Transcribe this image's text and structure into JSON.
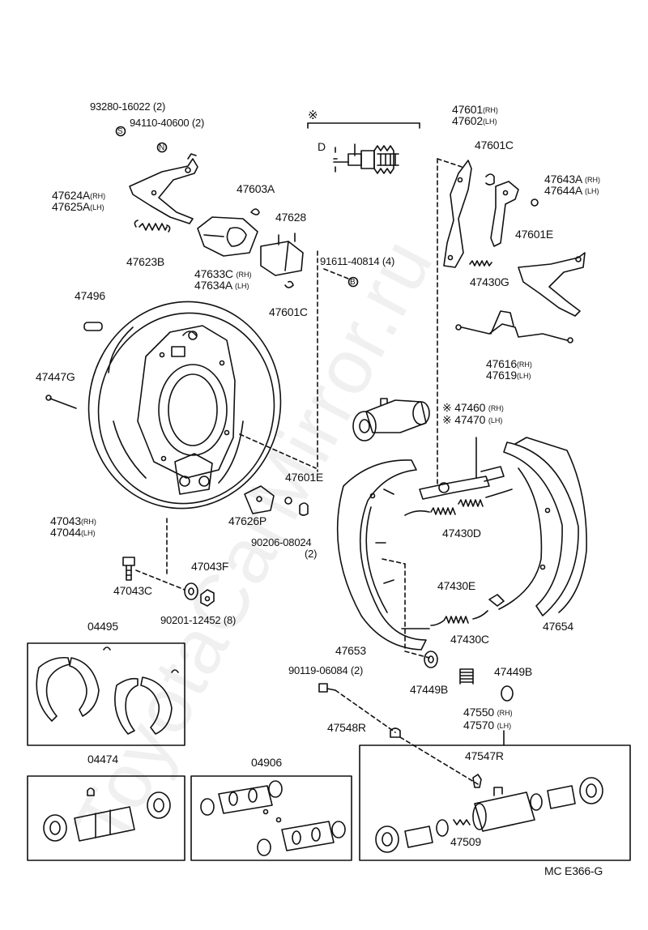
{
  "watermark": "ToyotaCarMirror.ru",
  "footer_code": "MC E366-G",
  "marker_star": "※",
  "dim_label": "D",
  "symbol_s": "S",
  "symbol_n": "N",
  "symbol_b": "B",
  "labels": {
    "p93280": "93280-16022 (2)",
    "p94110": "94110-40600 (2)",
    "p47624": "47624A",
    "p47625": "47625A",
    "p47623": "47623B",
    "p47603": "47603A",
    "p47628": "47628",
    "p47633": "47633C",
    "p47634": "47634A",
    "p91611": "91611-40814 (4)",
    "p47601c_a": "47601C",
    "p47496": "47496",
    "p47447": "47447G",
    "p47043": "47043",
    "p47044": "47044",
    "p47601e_a": "47601E",
    "p47626": "47626P",
    "p90206": "90206-08024",
    "p90206_qty": "(2)",
    "p47043f": "47043F",
    "p47043c": "47043C",
    "p90201": "90201-12452 (8)",
    "p47601": "47601",
    "p47602": "47602",
    "p47601c_b": "47601C",
    "p47643": "47643A",
    "p47644": "47644A",
    "p47601e_b": "47601E",
    "p47430g": "47430G",
    "p47616": "47616",
    "p47619": "47619",
    "p47460": "47460",
    "p47470": "47470",
    "p47430d": "47430D",
    "p47430e": "47430E",
    "p47430c": "47430C",
    "p47654": "47654",
    "p47653": "47653",
    "p90119": "90119-06084 (2)",
    "p47449b_a": "47449B",
    "p47449b_b": "47449B",
    "p47550": "47550",
    "p47570": "47570",
    "p47548": "47548R",
    "p47547": "47547R",
    "p47509": "47509",
    "kit04495": "04495",
    "kit04474": "04474",
    "kit04906": "04906"
  },
  "side": {
    "rh": "(RH)",
    "lh": "(LH)"
  }
}
